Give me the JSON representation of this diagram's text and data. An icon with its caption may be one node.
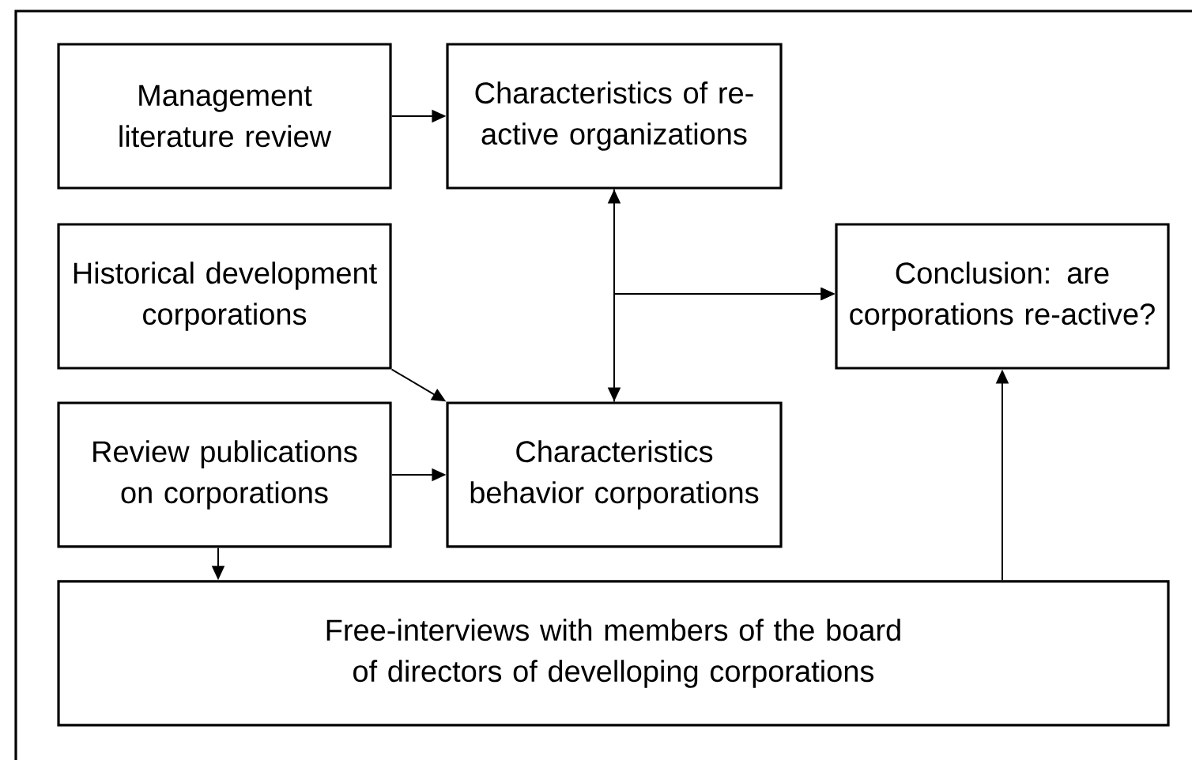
{
  "diagram": {
    "nodes": [
      {
        "text": [
          "Management literature review"
        ]
      },
      {
        "text": [
          "Characteristics of re- active organizations"
        ]
      },
      {
        "text": [
          "Historical development corporations"
        ]
      },
      {
        "text": [
          "Conclusion: are corporations re-active?"
        ]
      },
      {
        "text": [
          "Review publications on corporations"
        ]
      },
      {
        "text": [
          "Characteristics behavior corporations"
        ]
      },
      {
        "text": [
          "Free-interviews with members of the board of directors of develloping corporations"
        ]
      }
    ],
    "edges": [
      {
        "from": 0,
        "to": 1,
        "arrow": "to"
      },
      {
        "from": 1,
        "to": 5,
        "arrow": "both"
      },
      {
        "from": 1,
        "to": 3,
        "arrow": "to"
      },
      {
        "from": 5,
        "to": 3,
        "arrow": "to"
      },
      {
        "from": 2,
        "to": 5,
        "arrow": "to"
      },
      {
        "from": 4,
        "to": 5,
        "arrow": "to"
      },
      {
        "from": 4,
        "to": 6,
        "arrow": "to"
      },
      {
        "from": 6,
        "to": 3,
        "arrow": "to"
      }
    ]
  }
}
